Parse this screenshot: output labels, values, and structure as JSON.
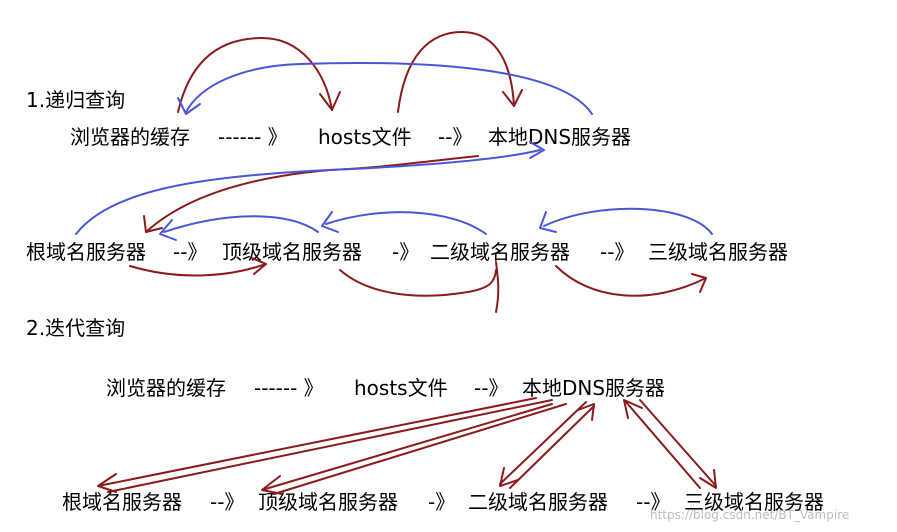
{
  "section1": {
    "heading": "1.递归查询",
    "row1": [
      "浏览器的缓存",
      "------ 》",
      "hosts文件",
      "--》",
      "本地DNS服务器"
    ],
    "row2": [
      "根域名服务器",
      "--》",
      "顶级域名服务器",
      "-》",
      "二级域名服务器",
      "--》",
      "三级域名服务器"
    ]
  },
  "section2": {
    "heading": "2.迭代查询",
    "row1": [
      "浏览器的缓存",
      "------ 》",
      "hosts文件",
      "--》",
      "本地DNS服务器"
    ],
    "row2": [
      "根域名服务器",
      "--》",
      "顶级域名服务器",
      "-》",
      "二级域名服务器",
      "--》",
      "三级域名服务器"
    ]
  },
  "watermark": "https://blog.csdn.net/BT_Vampire",
  "colors": {
    "request_arrow": "#8b1a1a",
    "response_arrow": "#4a55d6"
  }
}
